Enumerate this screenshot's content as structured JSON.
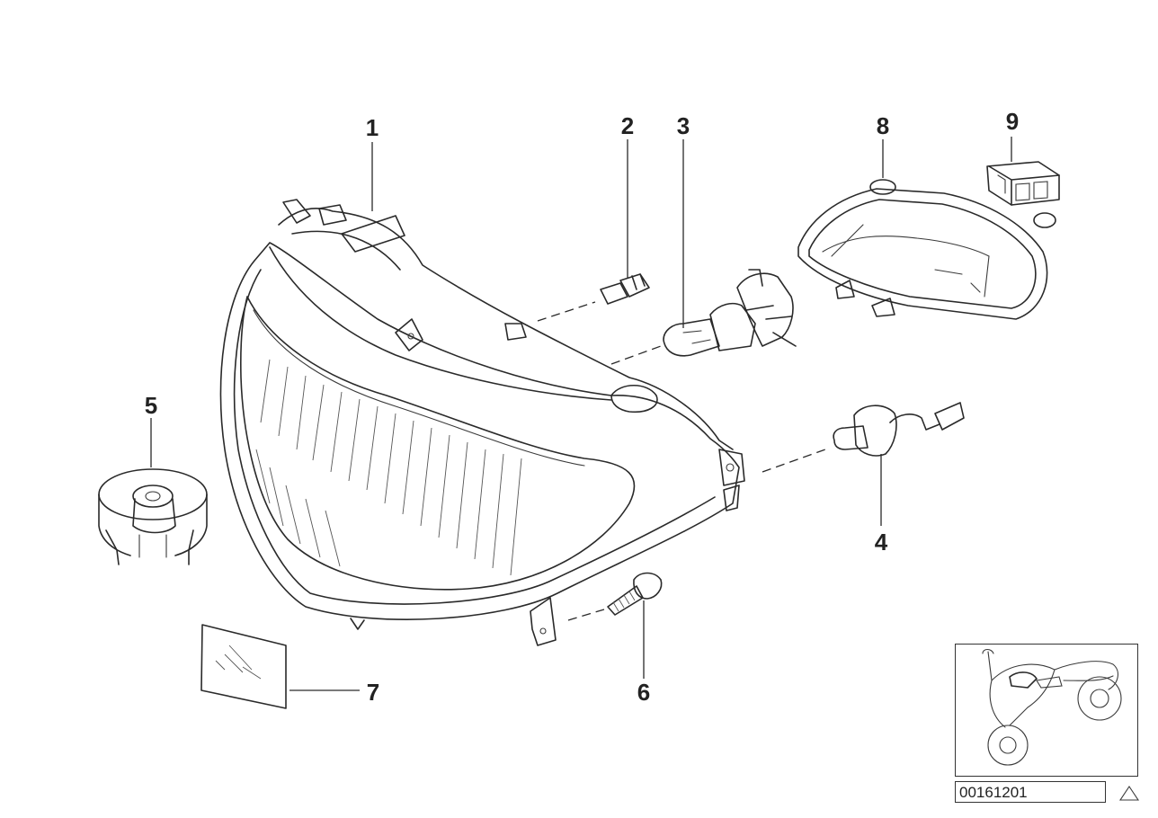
{
  "callouts": [
    {
      "id": "1",
      "label": "1"
    },
    {
      "id": "2",
      "label": "2"
    },
    {
      "id": "3",
      "label": "3"
    },
    {
      "id": "4",
      "label": "4"
    },
    {
      "id": "5",
      "label": "5"
    },
    {
      "id": "6",
      "label": "6"
    },
    {
      "id": "7",
      "label": "7"
    },
    {
      "id": "8",
      "label": "8"
    },
    {
      "id": "9",
      "label": "9"
    }
  ],
  "diagram_id": "00161201",
  "warning_icon": "triangle-icon",
  "thumbnail_icon": "motorcycle-icon"
}
